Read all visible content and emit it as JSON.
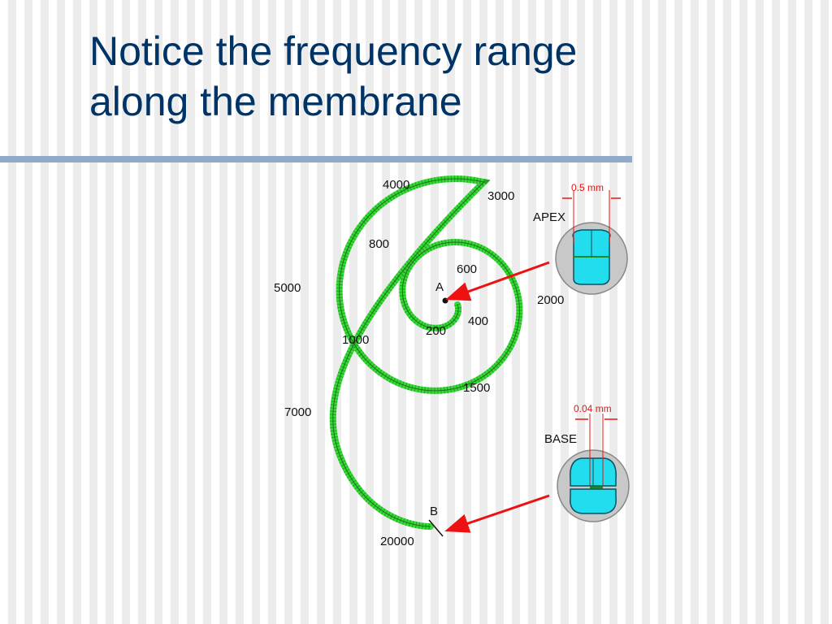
{
  "slide": {
    "title_line1": "Notice the frequency range",
    "title_line2": "along the membrane",
    "accent_color": "#003366",
    "rule_color": "#8fa9c9"
  },
  "diagram": {
    "membrane_color": "#33dd33",
    "fluid_color": "#22ddee",
    "arrow_color": "#ee1111",
    "frequency_labels": [
      {
        "id": "f4000",
        "text": "4000"
      },
      {
        "id": "f3000",
        "text": "3000"
      },
      {
        "id": "f800",
        "text": "800"
      },
      {
        "id": "f600",
        "text": "600"
      },
      {
        "id": "f5000",
        "text": "5000"
      },
      {
        "id": "f2000",
        "text": "2000"
      },
      {
        "id": "f400",
        "text": "400"
      },
      {
        "id": "f200",
        "text": "200"
      },
      {
        "id": "f1000",
        "text": "1000"
      },
      {
        "id": "f1500",
        "text": "1500"
      },
      {
        "id": "f7000",
        "text": "7000"
      },
      {
        "id": "f20000",
        "text": "20000"
      }
    ],
    "point_a": "A",
    "point_b": "B",
    "apex": {
      "label": "APEX",
      "width_label": "0.5 mm"
    },
    "base": {
      "label": "BASE",
      "width_label": "0.04 mm"
    }
  }
}
